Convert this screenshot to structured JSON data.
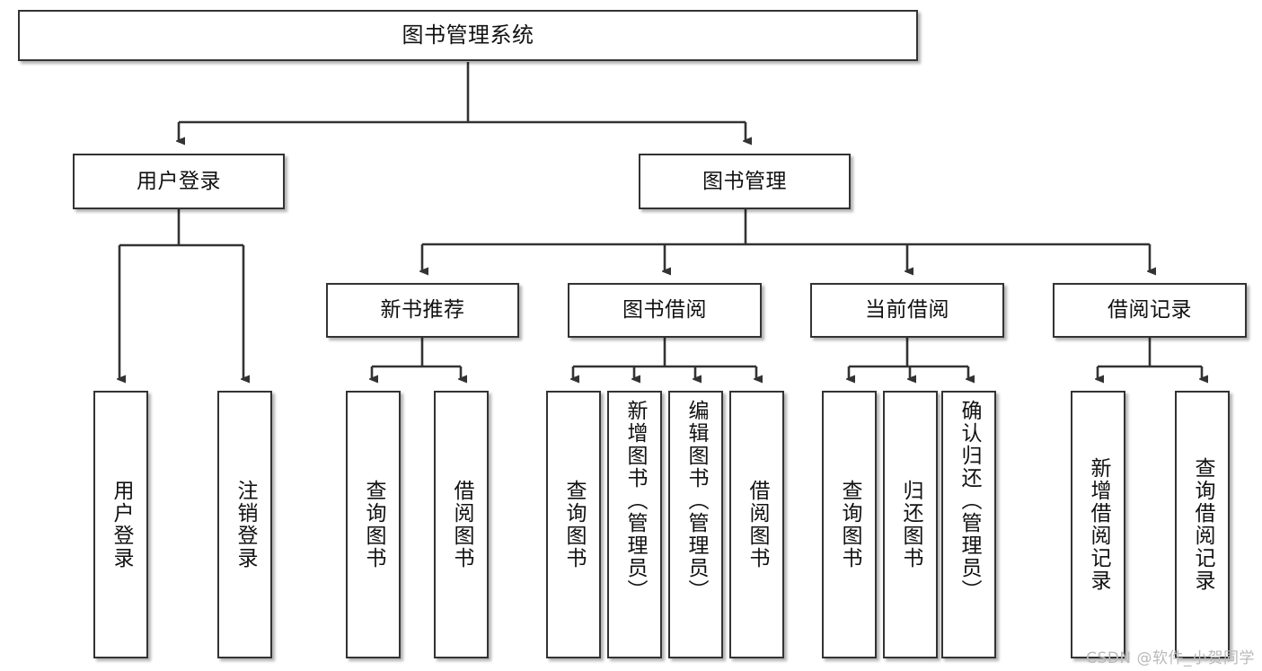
{
  "diagram": {
    "title": "图书管理系统",
    "type": "tree-hierarchy-diagram",
    "root": {
      "id": "root",
      "label": "图书管理系统"
    },
    "level2": [
      {
        "id": "user-login",
        "label": "用户登录"
      },
      {
        "id": "book-manage",
        "label": "图书管理"
      }
    ],
    "level3": [
      {
        "id": "new-book-recommend",
        "label": "新书推荐",
        "parent": "book-manage"
      },
      {
        "id": "book-borrow",
        "label": "图书借阅",
        "parent": "book-manage"
      },
      {
        "id": "current-borrow",
        "label": "当前借阅",
        "parent": "book-manage"
      },
      {
        "id": "borrow-record",
        "label": "借阅记录",
        "parent": "book-manage"
      }
    ],
    "leaves": {
      "user_login": [
        {
          "id": "leaf-user-login",
          "label": "用户登录"
        },
        {
          "id": "leaf-user-logout",
          "label": "注销登录"
        }
      ],
      "new_book_recommend": [
        {
          "id": "leaf-query-book-1",
          "label": "查询图书"
        },
        {
          "id": "leaf-borrow-book-1",
          "label": "借阅图书"
        }
      ],
      "book_borrow": [
        {
          "id": "leaf-query-book-2",
          "label": "查询图书"
        },
        {
          "id": "leaf-add-book",
          "label": "新增图书（管理员）"
        },
        {
          "id": "leaf-edit-book",
          "label": "编辑图书（管理员）"
        },
        {
          "id": "leaf-borrow-book-2",
          "label": "借阅图书"
        }
      ],
      "current_borrow": [
        {
          "id": "leaf-query-book-3",
          "label": "查询图书"
        },
        {
          "id": "leaf-return-book",
          "label": "归还图书"
        },
        {
          "id": "leaf-confirm-return",
          "label": "确认归还（管理员）"
        }
      ],
      "borrow_record": [
        {
          "id": "leaf-add-record",
          "label": "新增借阅记录"
        },
        {
          "id": "leaf-query-record",
          "label": "查询借阅记录"
        }
      ]
    }
  },
  "watermark": {
    "text": "CSDN @软件_小贺同学"
  },
  "colors": {
    "border": "#333333",
    "background": "#ffffff",
    "text": "#111111",
    "watermark": "#b9b9b9",
    "edge": "#333333"
  }
}
